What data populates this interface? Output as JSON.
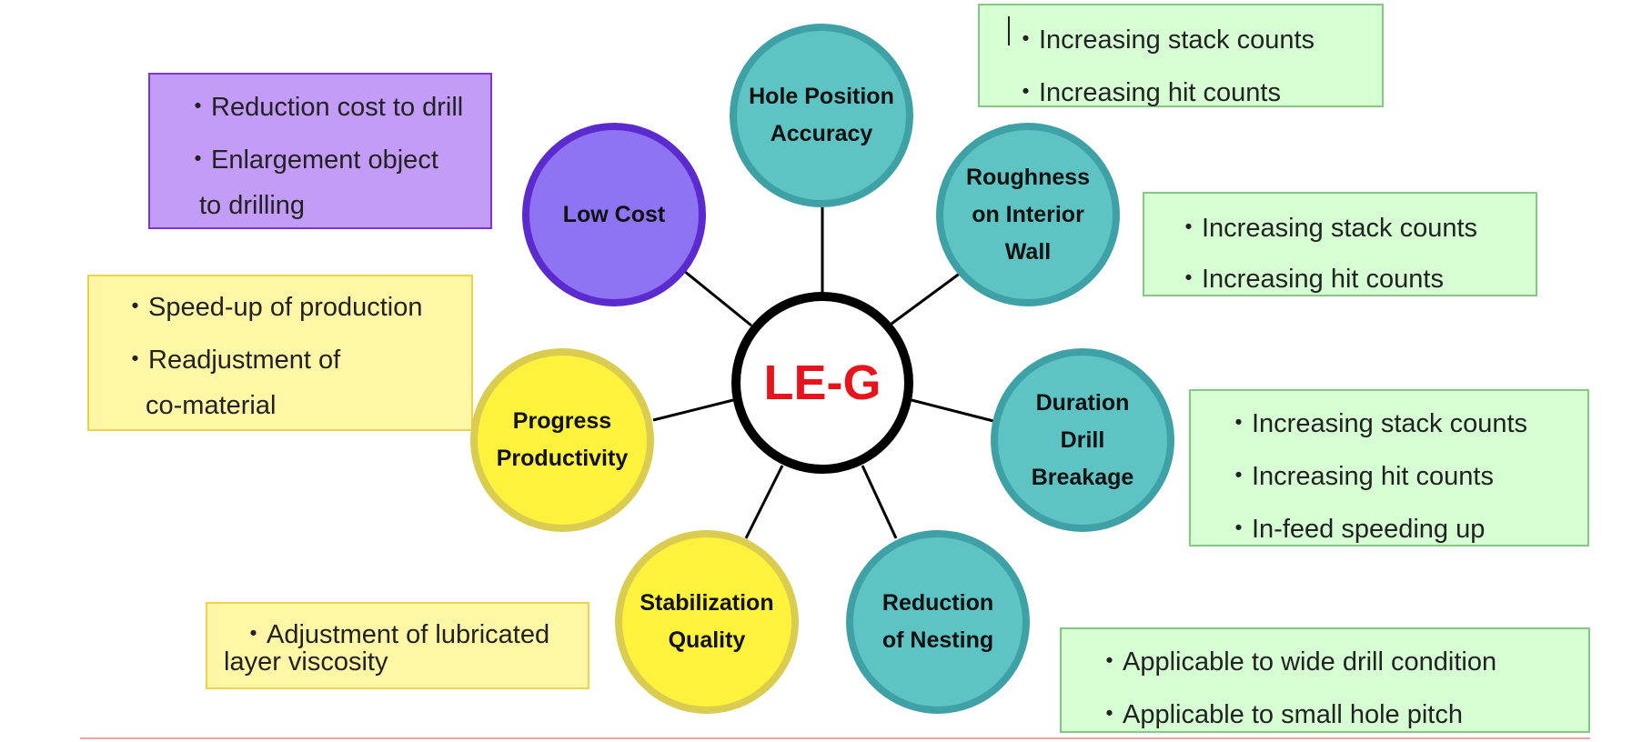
{
  "center": {
    "label": "LE-G"
  },
  "nodes": [
    {
      "id": "hole-position-accuracy",
      "lines": [
        "Hole Position",
        "Accuracy"
      ],
      "color": "#5ec3c3"
    },
    {
      "id": "roughness-interior-wall",
      "lines": [
        "Roughness",
        "on Interior",
        "Wall"
      ],
      "color": "#5ec3c3"
    },
    {
      "id": "duration-drill-breakage",
      "lines": [
        "Duration",
        "Drill",
        "Breakage"
      ],
      "color": "#5ec3c3"
    },
    {
      "id": "reduction-nesting",
      "lines": [
        "Reduction",
        "of Nesting"
      ],
      "color": "#5ec3c3"
    },
    {
      "id": "stabilization-quality",
      "lines": [
        "Stabilization",
        "Quality"
      ],
      "color": "#fff23d"
    },
    {
      "id": "progress-productivity",
      "lines": [
        "Progress",
        "Productivity"
      ],
      "color": "#fff23d"
    },
    {
      "id": "low-cost",
      "lines": [
        "Low Cost"
      ],
      "color": "#8e74f2"
    }
  ],
  "notes": [
    {
      "id": "hole-position",
      "lines": [
        "・Increasing stack counts",
        "・Increasing hit counts"
      ],
      "color": "#d6ffd3"
    },
    {
      "id": "roughness",
      "lines": [
        "・Increasing stack counts",
        "・Increasing hit counts"
      ],
      "color": "#d6ffd3"
    },
    {
      "id": "duration",
      "lines": [
        "・Increasing stack counts",
        "・Increasing hit counts",
        "・In-feed speeding up"
      ],
      "color": "#d6ffd3"
    },
    {
      "id": "nesting",
      "lines": [
        "・Applicable to wide drill condition",
        "・Applicable to small hole pitch"
      ],
      "color": "#d6ffd3"
    },
    {
      "id": "stabilization",
      "lines": [
        "・Adjustment of lubricated",
        "layer viscosity"
      ],
      "color": "#fff6a6"
    },
    {
      "id": "progress",
      "lines": [
        "・Speed-up of production",
        "・Readjustment of",
        "co-material"
      ],
      "color": "#fff6a6"
    },
    {
      "id": "low-cost",
      "lines": [
        "・Reduction cost to drill",
        "・Enlargement object",
        "to drilling"
      ],
      "color": "#c39cf7"
    }
  ]
}
